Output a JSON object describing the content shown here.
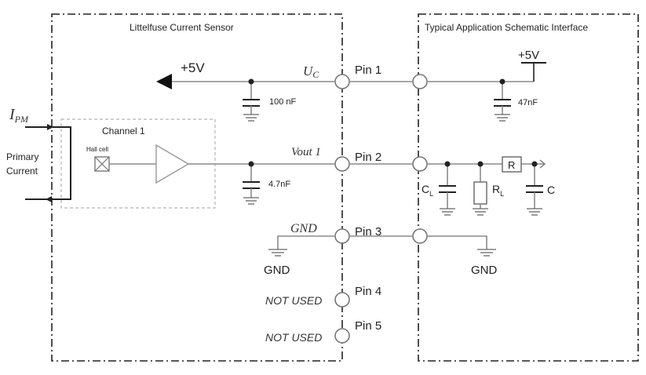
{
  "sensor_box": {
    "title": "Littelfuse Current Sensor"
  },
  "app_box": {
    "title": "Typical Application Schematic Interface"
  },
  "channel": {
    "title": "Channel 1",
    "hall_label": "Hall cell"
  },
  "primary": {
    "ipm_label": "I",
    "ipm_sub": "PM",
    "line1": "Primary",
    "line2": "Current"
  },
  "supply": {
    "left_label": "+5V",
    "right_label": "+5V"
  },
  "signals": {
    "uc_label": "U",
    "uc_sub": "C",
    "vout_label": "Vout 1",
    "gnd_label": "GND",
    "nu1_label": "NOT USED",
    "nu2_label": "NOT USED"
  },
  "pins": [
    "Pin 1",
    "Pin 2",
    "Pin 3",
    "Pin 4",
    "Pin 5"
  ],
  "caps": {
    "c1": "100 nF",
    "c2": "4.7nF",
    "c3": "47nF"
  },
  "grounds": {
    "left": "GND",
    "right": "GND"
  },
  "load": {
    "cl": "C",
    "cl_sub": "L",
    "rl": "R",
    "rl_sub": "L",
    "r": "R",
    "c": "C"
  }
}
